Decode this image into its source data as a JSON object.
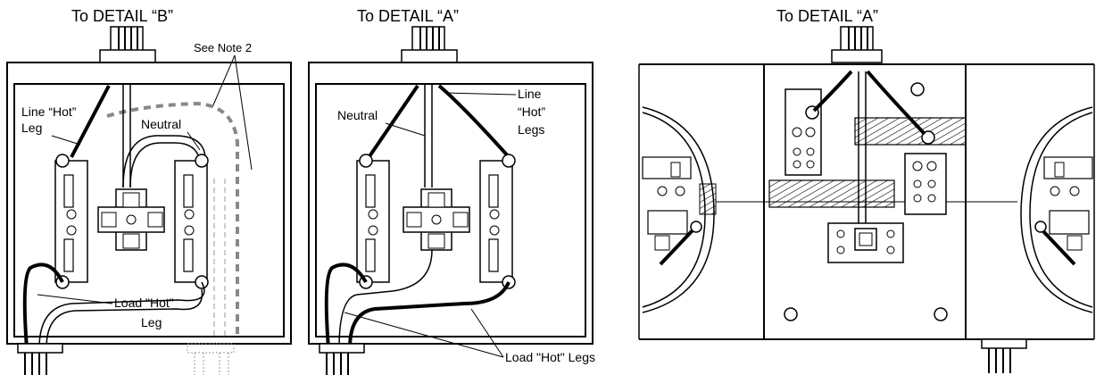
{
  "panel_left": {
    "title": "To DETAIL “B”",
    "note": "See Note 2",
    "line_hot_leg_1": "Line “Hot”",
    "line_hot_leg_2": "Leg",
    "neutral": "Neutral",
    "load_hot_leg_1": "Load \"Hot\"",
    "load_hot_leg_2": "Leg"
  },
  "panel_middle": {
    "title": "To DETAIL “A”",
    "neutral": "Neutral",
    "line_hot_1": "Line",
    "line_hot_2": "“Hot”",
    "line_hot_3": "Legs",
    "load_hot_legs": "Load \"Hot\" Legs"
  },
  "panel_right": {
    "title": "To DETAIL “A”"
  },
  "colors": {
    "line": "#000000",
    "fill_light": "#ffffff",
    "dashed": "#999999"
  }
}
